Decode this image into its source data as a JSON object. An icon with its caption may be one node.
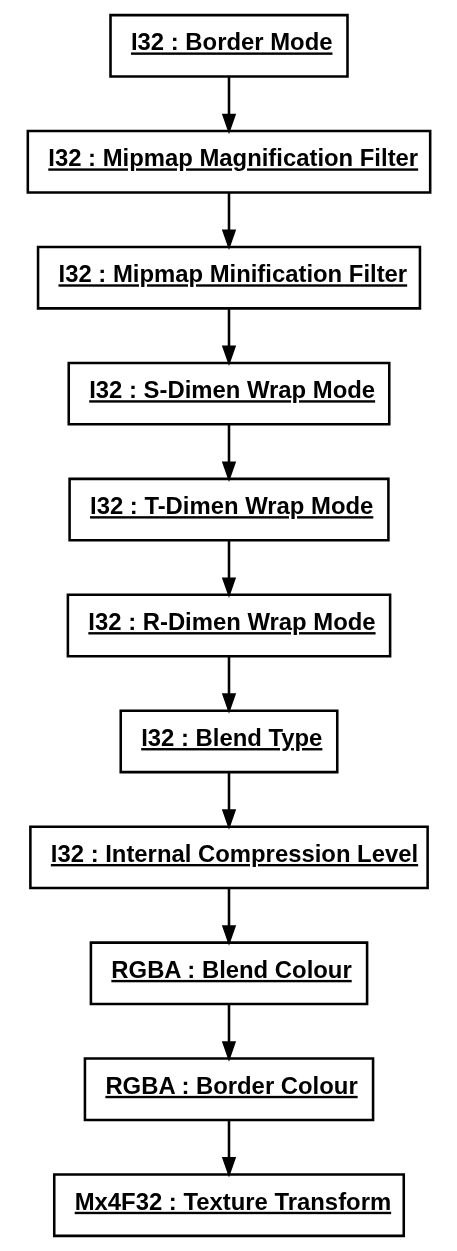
{
  "diagram": {
    "nodes": [
      {
        "text": [
          "I32 : Border Mode"
        ]
      },
      {
        "text": [
          "I32 : Mipmap Magnification Filter"
        ]
      },
      {
        "text": [
          "I32 : Mipmap Minification Filter"
        ]
      },
      {
        "text": [
          "I32 : S-Dimen Wrap Mode"
        ]
      },
      {
        "text": [
          "I32 : T-Dimen Wrap Mode"
        ]
      },
      {
        "text": [
          "I32 : R-Dimen Wrap Mode"
        ]
      },
      {
        "text": [
          "I32 : Blend Type"
        ]
      },
      {
        "text": [
          "I32 : Internal Compression Level"
        ]
      },
      {
        "text": [
          "RGBA : Blend Colour"
        ]
      },
      {
        "text": [
          "RGBA : Border Colour"
        ]
      },
      {
        "text": [
          "Mx4F32 : Texture Transform"
        ]
      }
    ],
    "edges": [
      {
        "from": 0,
        "to": 1,
        "arrow": "to"
      },
      {
        "from": 1,
        "to": 2,
        "arrow": "to"
      },
      {
        "from": 2,
        "to": 3,
        "arrow": "to"
      },
      {
        "from": 3,
        "to": 4,
        "arrow": "to"
      },
      {
        "from": 4,
        "to": 5,
        "arrow": "to"
      },
      {
        "from": 5,
        "to": 6,
        "arrow": "to"
      },
      {
        "from": 6,
        "to": 7,
        "arrow": "to"
      },
      {
        "from": 7,
        "to": 8,
        "arrow": "to"
      },
      {
        "from": 8,
        "to": 9,
        "arrow": "to"
      },
      {
        "from": 9,
        "to": 10,
        "arrow": "to"
      }
    ]
  }
}
